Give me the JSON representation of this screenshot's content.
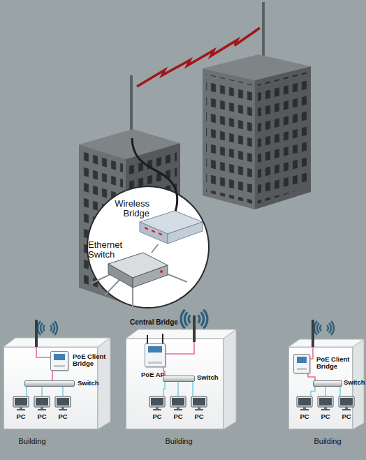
{
  "diagram": {
    "nodes": [
      {
        "text": [
          "Wireless Bridge"
        ]
      },
      {
        "text": [
          "Ethernet Switch"
        ]
      },
      {
        "text": [
          "Building"
        ]
      },
      {
        "text": [
          "PoE Client Bridge"
        ],
        "in": 2
      },
      {
        "text": [
          "Switch"
        ],
        "in": 2
      },
      {
        "text": [
          "PC"
        ],
        "in": 2
      },
      {
        "text": [
          "PC"
        ],
        "in": 2
      },
      {
        "text": [
          "PC"
        ],
        "in": 2
      },
      {
        "text": [
          "Building"
        ]
      },
      {
        "text": [
          "PoE AP"
        ],
        "in": 8
      },
      {
        "text": [
          "Switch"
        ],
        "in": 8
      },
      {
        "text": [
          "PC"
        ],
        "in": 8
      },
      {
        "text": [
          "PC"
        ],
        "in": 8
      },
      {
        "text": [
          "PC"
        ],
        "in": 8
      },
      {
        "text": [
          "Building"
        ]
      },
      {
        "text": [
          "PoE Client Bridge"
        ],
        "in": 14
      },
      {
        "text": [
          "Switch"
        ],
        "in": 14
      },
      {
        "text": [
          "PC"
        ],
        "in": 14
      },
      {
        "text": [
          "PC"
        ],
        "in": 14
      },
      {
        "text": [
          "PC"
        ],
        "in": 14
      }
    ],
    "edges": [
      {
        "from": 0,
        "to": 1,
        "arrow": "none"
      },
      {
        "from": 3,
        "to": 4,
        "arrow": "none"
      },
      {
        "from": 4,
        "to": 5,
        "arrow": "none"
      },
      {
        "from": 4,
        "to": 6,
        "arrow": "none"
      },
      {
        "from": 4,
        "to": 7,
        "arrow": "none"
      },
      {
        "from": 9,
        "to": 10,
        "arrow": "none"
      },
      {
        "from": 10,
        "to": 11,
        "arrow": "none"
      },
      {
        "from": 10,
        "to": 12,
        "arrow": "none"
      },
      {
        "from": 10,
        "to": 13,
        "arrow": "none"
      },
      {
        "from": 15,
        "to": 16,
        "arrow": "none"
      },
      {
        "from": 16,
        "to": 17,
        "arrow": "none"
      },
      {
        "from": 16,
        "to": 18,
        "arrow": "none"
      },
      {
        "from": 16,
        "to": 19,
        "arrow": "none"
      }
    ],
    "labels": [
      "Central Bridge"
    ]
  }
}
